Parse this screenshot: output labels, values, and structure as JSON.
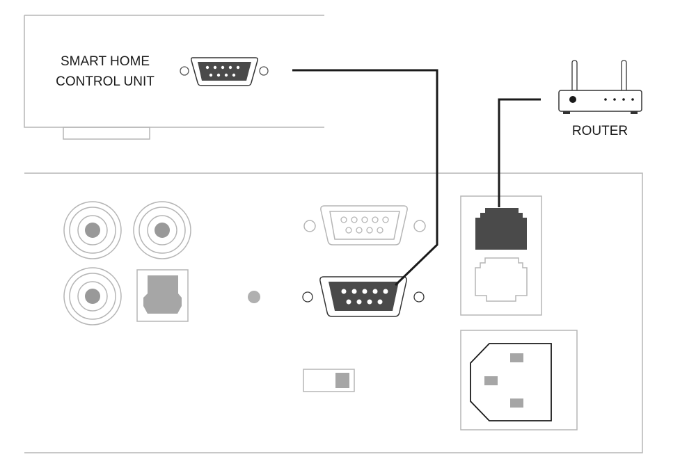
{
  "control_unit": {
    "label_line1": "SMART HOME",
    "label_line2": "CONTROL UNIT"
  },
  "router": {
    "label": "ROUTER"
  },
  "colors": {
    "outline": "#b5b5b5",
    "connector_dark": "#4a4a4a",
    "cable": "#1a1a1a",
    "jack_center": "#999999"
  }
}
